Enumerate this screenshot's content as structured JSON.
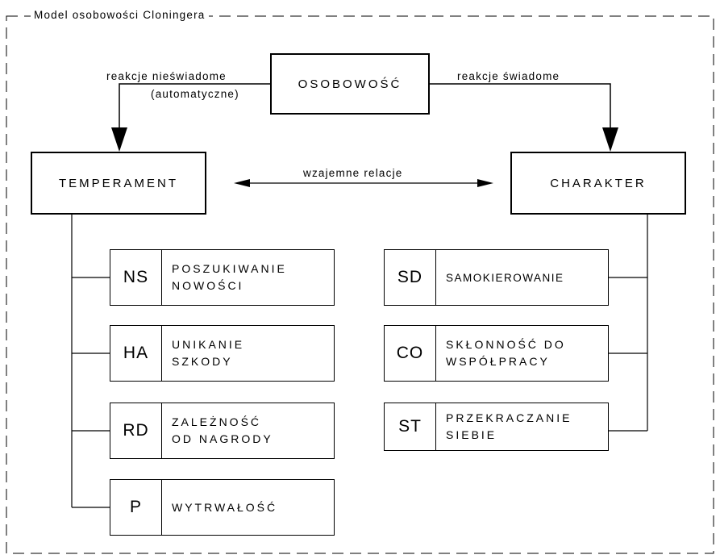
{
  "frame": {
    "title": "Model osobowości Cloningera"
  },
  "nodes": {
    "root": "OSOBOWOŚĆ",
    "left": "TEMPERAMENT",
    "right": "CHARAKTER"
  },
  "edges": {
    "left_label_line1": "reakcje nieświadome",
    "left_label_line2": "(automatyczne)",
    "right_label": "reakcje świadome",
    "middle_label": "wzajemne relacje"
  },
  "temperament": [
    {
      "code": "NS",
      "name": "POSZUKIWANIE\nNOWOŚCI"
    },
    {
      "code": "HA",
      "name": "UNIKANIE\nSZKODY"
    },
    {
      "code": "RD",
      "name": "ZALEŻNOŚĆ\nOD NAGRODY"
    },
    {
      "code": "P",
      "name": "WYTRWAŁOŚĆ"
    }
  ],
  "character": [
    {
      "code": "SD",
      "name": "SAMOKIEROWANIE"
    },
    {
      "code": "CO",
      "name": "SKŁONNOŚĆ DO\nWSPÓŁPRACY"
    },
    {
      "code": "ST",
      "name": "PRZEKRACZANIE\nSIEBIE"
    }
  ]
}
